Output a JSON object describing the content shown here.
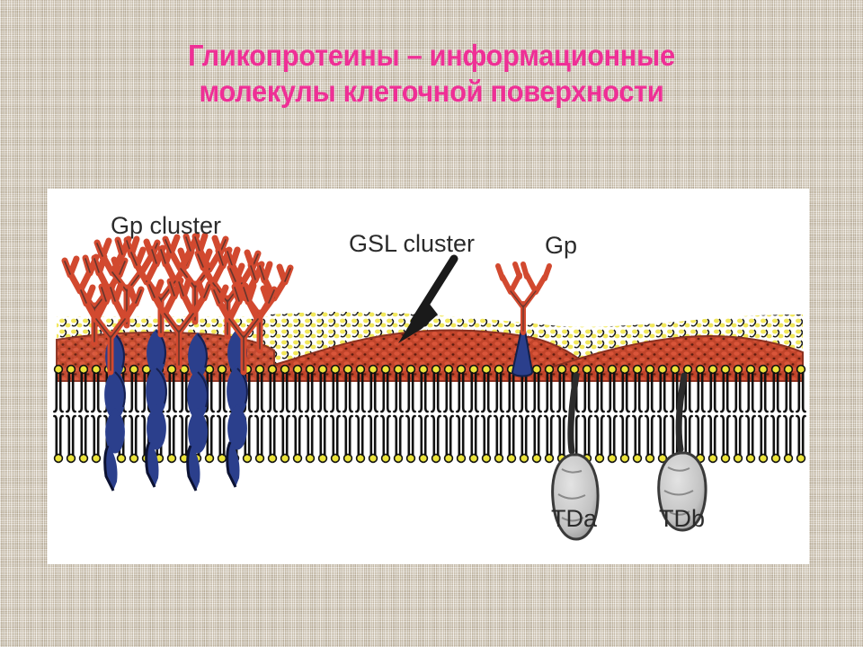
{
  "slide": {
    "background_color": "#d9cebb",
    "title_color": "#ef2f96",
    "title": "Гликопротеины – информационные\nмолекулы клеточной поверхности"
  },
  "figure": {
    "panel_background": "#ffffff",
    "labels": {
      "gp_cluster": "Gp cluster",
      "gsl_cluster": "GSL cluster",
      "gp": "Gp",
      "tda": "TDa",
      "tdb": "TDb"
    },
    "colors": {
      "glycan_tree": "#d2492f",
      "glycan_tree_light": "#e06a4a",
      "transmembrane_protein": "#2b3f8c",
      "lipid_head": "#ece43a",
      "lipid_tail": "#151515",
      "gsl_patch": "#c0442a",
      "glycocalyx": "#f2e85a",
      "td_blob": "#c9c9c9",
      "arrow": "#1a1a1a"
    },
    "elements": [
      {
        "name": "gp-cluster",
        "count": 4,
        "description": "branched glycoprotein trees over blue transmembrane proteins"
      },
      {
        "name": "gsl-cluster",
        "count": 2,
        "description": "red glycosphingolipid raft patches"
      },
      {
        "name": "gp-single",
        "count": 1,
        "description": "single glycoprotein"
      },
      {
        "name": "td-blob",
        "count": 2,
        "description": "cytoplasmic transducer domains"
      }
    ]
  }
}
